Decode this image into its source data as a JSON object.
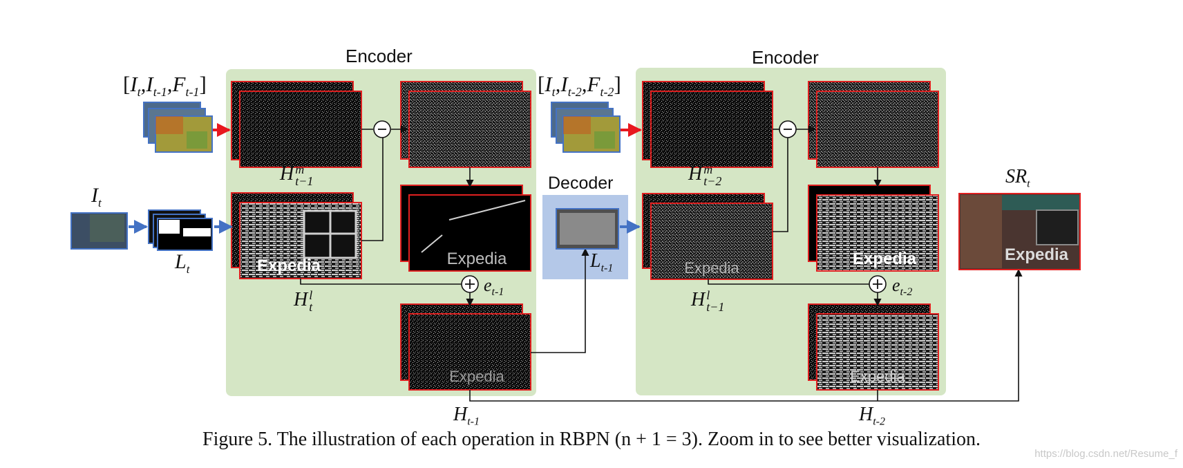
{
  "figure": {
    "caption": "Figure 5. The illustration of each operation in RBPN (n + 1 = 3). Zoom in to see better visualization.",
    "watermark": "https://blog.csdn.net/Resume_f",
    "colors": {
      "encoder_bg": "#d5e6c5",
      "decoder_bg": "#b4c8e8",
      "red_border": "#e02020",
      "blue_arrow": "#4472c4",
      "red_arrow": "#e8181e"
    }
  },
  "labels": {
    "encoder1": "Encoder",
    "encoder2": "Encoder",
    "decoder": "Decoder",
    "input1": "[I_t, I_{t-1}, F_{t-1}]",
    "input2": "[I_t, I_{t-2}, F_{t-2}]",
    "It": "I_t",
    "Lt": "L_t",
    "Hm1": "H^m_{t-1}",
    "Hm2": "H^m_{t-2}",
    "Hl1": "H^l_t",
    "Hl2": "H^l_{t-1}",
    "e1": "e_{t-1}",
    "e2": "e_{t-2}",
    "L1": "L_{t-1}",
    "H1": "H_{t-1}",
    "H2": "H_{t-2}",
    "SR": "SR_t"
  },
  "thumbnails": {
    "watermark_text": "Expedia"
  }
}
